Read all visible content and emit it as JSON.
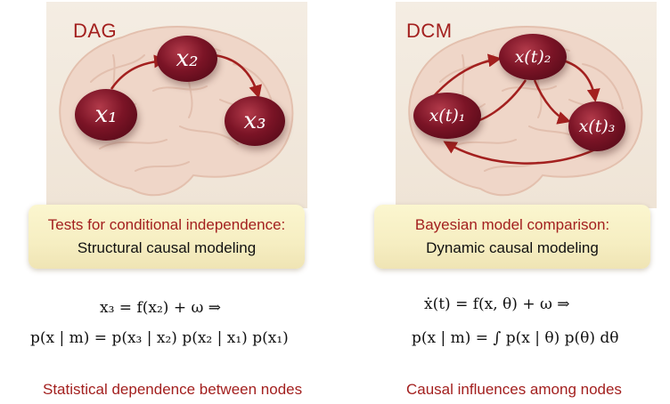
{
  "panels": {
    "dag": {
      "label": "DAG",
      "caption_line1": "Tests for conditional independence:",
      "caption_line2": "Structural causal modeling",
      "equation_line1": "x₃ = f(x₂) + ω ⇒",
      "equation_line2": "p(x | m) = p(x₃ | x₂) p(x₂ | x₁) p(x₁)",
      "bottom_text": "Statistical dependence between nodes",
      "nodes": [
        "x₁",
        "x₂",
        "x₃"
      ]
    },
    "dcm": {
      "label": "DCM",
      "caption_line1": "Bayesian model comparison:",
      "caption_line2": "Dynamic causal modeling",
      "equation_line1": "ẋ(t) = f(x, θ) + ω ⇒",
      "equation_line2": "p(x | m) = ∫ p(x | θ) p(θ) dθ",
      "bottom_text": "Causal influences among nodes",
      "nodes": [
        "x(t)₁",
        "x(t)₂",
        "x(t)₃"
      ]
    }
  },
  "colors": {
    "accent": "#a3201f",
    "node_fill": "#7b1426",
    "caption_bg": "#f8f0c4",
    "brain_bg": "#f2e9dc"
  }
}
